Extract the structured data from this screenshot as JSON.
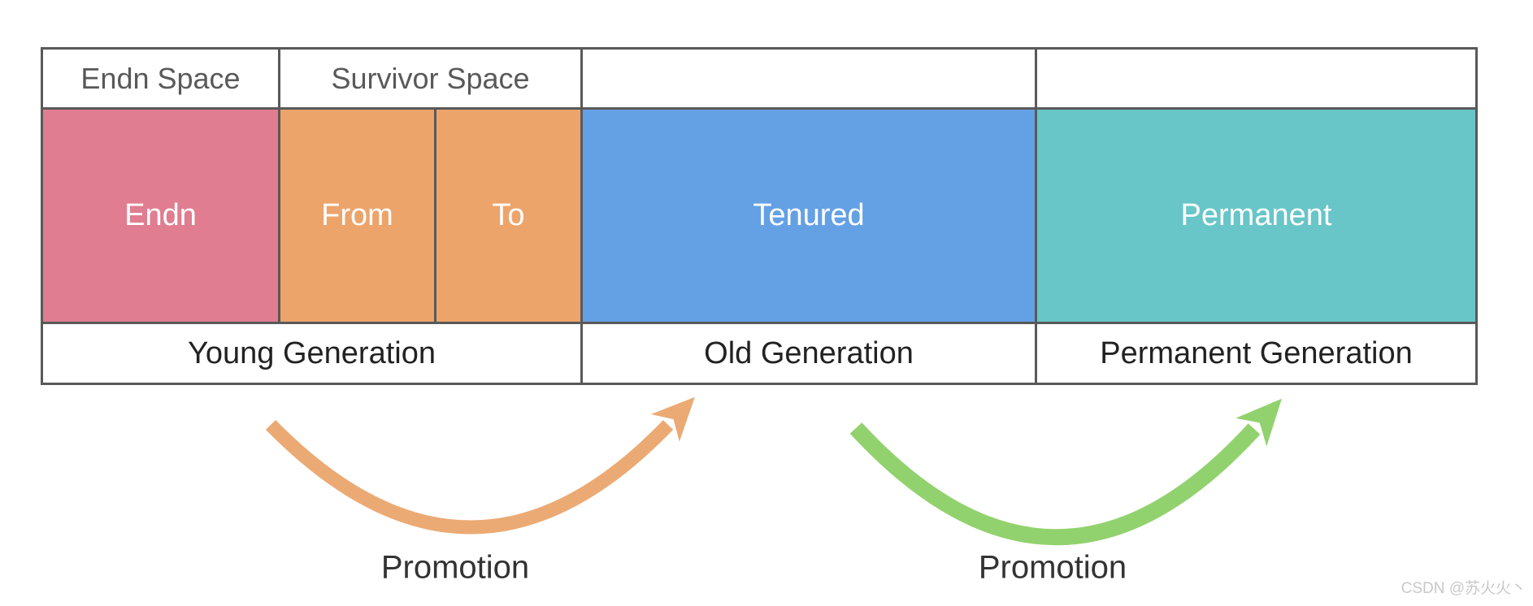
{
  "heap_table": {
    "header": {
      "eden": "Endn Space",
      "survivor": "Survivor Space",
      "old": "",
      "permanent": ""
    },
    "regions": {
      "eden": "Endn",
      "survivor_from": "From",
      "survivor_to": "To",
      "tenured": "Tenured",
      "permanent": "Permanent"
    },
    "generations": {
      "young": "Young Generation",
      "old": "Old Generation",
      "permanent": "Permanent Generation"
    }
  },
  "arrows": {
    "young_to_old": {
      "label": "Promotion",
      "color": "#ebaa74"
    },
    "old_to_permanent": {
      "label": "Promotion",
      "color": "#92d26e"
    }
  },
  "colors": {
    "eden": "#e07d90",
    "survivor": "#eca46a",
    "tenured": "#64a0e4",
    "permanent": "#68c5c8",
    "arrow_orange": "#ebaa74",
    "arrow_green": "#92d26e",
    "border": "#595959"
  },
  "watermark": "CSDN @苏火火丶"
}
